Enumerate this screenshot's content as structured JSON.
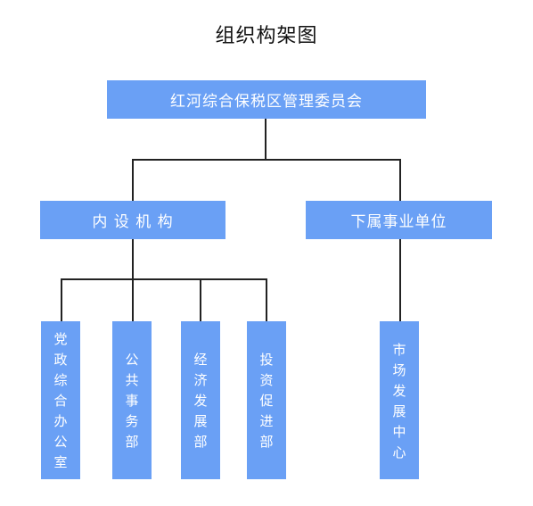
{
  "title": "组织构架图",
  "root": {
    "label": "红河综合保税区管理委员会"
  },
  "branches": [
    {
      "label": "内 设 机 构",
      "children": [
        "党政综合办公室",
        "公共事务部",
        "经济发展部",
        "投资促进部"
      ]
    },
    {
      "label": "下属事业单位",
      "children": [
        "市场发展中心"
      ]
    }
  ],
  "colors": {
    "box_fill": "#6aa0f5",
    "box_text": "#ffffff",
    "connector": "#222222",
    "title_text": "#111111"
  }
}
